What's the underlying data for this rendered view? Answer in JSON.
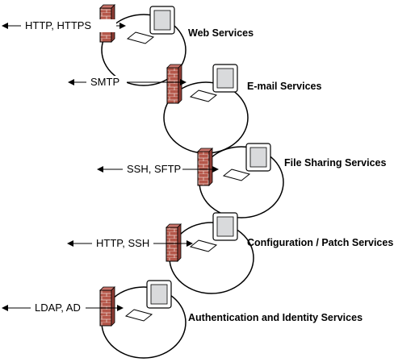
{
  "diagram": {
    "services": [
      {
        "name": "Web Services",
        "protocols": "HTTP, HTTPS"
      },
      {
        "name": "E-mail Services",
        "protocols": "SMTP"
      },
      {
        "name": "File Sharing Services",
        "protocols": "SSH, SFTP"
      },
      {
        "name": "Configuration / Patch Services",
        "protocols": "HTTP, SSH"
      },
      {
        "name": "Authentication and Identity Services",
        "protocols": "LDAP, AD"
      }
    ],
    "colors": {
      "brick": "#b5574a",
      "mortar": "#ead0c9",
      "screen": "#d9dadc",
      "line": "#000000"
    },
    "icons": [
      "firewall-icon",
      "computer-icon",
      "double-arrow-icon"
    ]
  }
}
